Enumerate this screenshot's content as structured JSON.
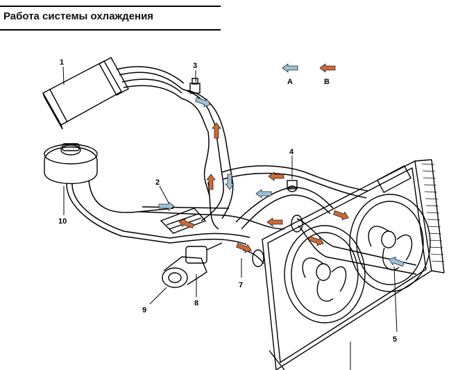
{
  "header": {
    "title": "Работа системы охлаждения"
  },
  "legend": {
    "items": [
      {
        "label": "A",
        "color": "#9cc3d8",
        "direction": "left"
      },
      {
        "label": "B",
        "color": "#cc6a35",
        "direction": "left"
      }
    ]
  },
  "callouts": [
    "1",
    "2",
    "3",
    "4",
    "5",
    "7",
    "8",
    "9",
    "10"
  ],
  "colors": {
    "cold_flow": "#9cc3d8",
    "hot_flow": "#cc6a35",
    "line": "#000000"
  }
}
